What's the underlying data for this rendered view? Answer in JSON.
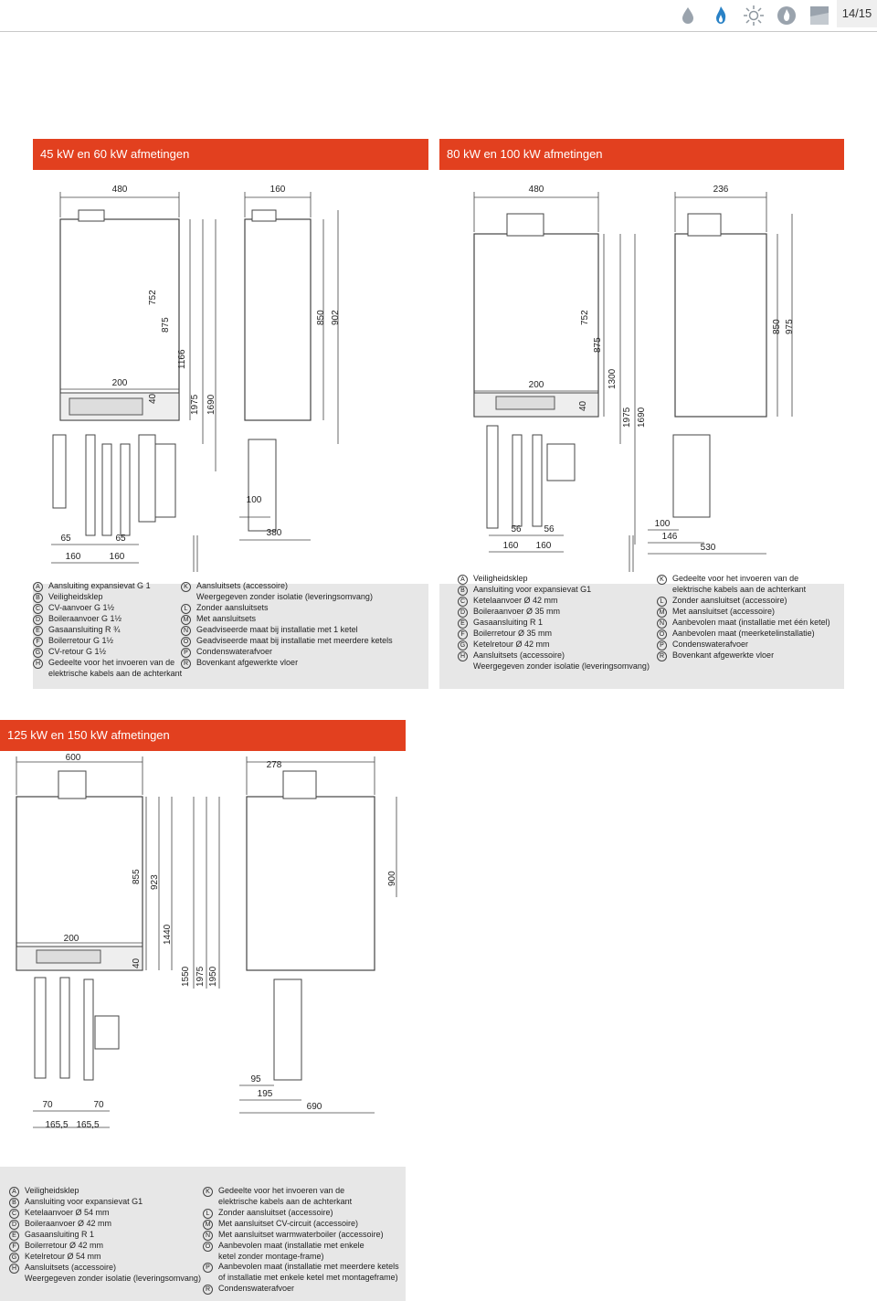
{
  "page": {
    "number": "14/15"
  },
  "icons": [
    "drop-icon",
    "flame-icon",
    "sun-icon",
    "gas-circle-icon",
    "water-tap-icon"
  ],
  "colors": {
    "header": "#e2401f",
    "panel": "#e7e7e7",
    "accent_line": "#d0d0d0"
  },
  "panel1": {
    "title": "45 kW en 60 kW afmetingen",
    "dims": {
      "w480": "480",
      "w160": "160",
      "d200": "200",
      "d40": "40",
      "v752": "752",
      "v875": "875",
      "v1166": "1166",
      "v1975": "1975",
      "v1690": "1690",
      "v850": "850",
      "v902": "902",
      "b65a": "65",
      "b65b": "65",
      "b160a": "160",
      "b160b": "160",
      "b100": "100",
      "b380": "380"
    },
    "markers": [
      "A",
      "B",
      "C",
      "D",
      "E",
      "F",
      "G",
      "H",
      "K",
      "L",
      "M",
      "N",
      "O",
      "P",
      "R"
    ],
    "legend_left": [
      {
        "letter": "A",
        "text": "Aansluiting expansievat G 1"
      },
      {
        "letter": "B",
        "text": "Veiligheidsklep"
      },
      {
        "letter": "C",
        "text": "CV-aanvoer G 1½"
      },
      {
        "letter": "D",
        "text": "Boileraanvoer G 1½"
      },
      {
        "letter": "E",
        "text": "Gasaansluiting R ¾"
      },
      {
        "letter": "F",
        "text": "Boilerretour G 1½"
      },
      {
        "letter": "G",
        "text": "CV-retour G 1½"
      },
      {
        "letter": "H",
        "text": "Gedeelte voor het invoeren van de",
        "cont": "elektrische kabels aan de achterkant"
      }
    ],
    "legend_right": [
      {
        "letter": "K",
        "text": "Aansluitsets (accessoire)",
        "cont": "Weergegeven zonder isolatie (leveringsomvang)"
      },
      {
        "letter": "L",
        "text": "Zonder aansluitsets"
      },
      {
        "letter": "M",
        "text": "Met aansluitsets"
      },
      {
        "letter": "N",
        "text": "Geadviseerde maat bij installatie met 1 ketel"
      },
      {
        "letter": "O",
        "text": "Geadviseerde maat bij installatie met meerdere ketels"
      },
      {
        "letter": "P",
        "text": "Condenswaterafvoer"
      },
      {
        "letter": "R",
        "text": "Bovenkant afgewerkte vloer"
      }
    ]
  },
  "panel2": {
    "title": "80 kW en 100 kW afmetingen",
    "dims": {
      "w480": "480",
      "w236": "236",
      "d200": "200",
      "d40": "40",
      "v752": "752",
      "v875": "875",
      "v1300": "1300",
      "v1975": "1975",
      "v1690": "1690",
      "v850": "850",
      "v975": "975",
      "b56a": "56",
      "b56b": "56",
      "b160a": "160",
      "b160b": "160",
      "b100": "100",
      "b146": "146",
      "b530": "530"
    },
    "legend_left": [
      {
        "letter": "A",
        "text": "Veiligheidsklep"
      },
      {
        "letter": "B",
        "text": "Aansluiting voor expansievat G1"
      },
      {
        "letter": "C",
        "text": "Ketelaanvoer Ø 42 mm"
      },
      {
        "letter": "D",
        "text": "Boileraanvoer Ø 35 mm"
      },
      {
        "letter": "E",
        "text": "Gasaansluiting R 1"
      },
      {
        "letter": "F",
        "text": "Boilerretour Ø 35 mm"
      },
      {
        "letter": "G",
        "text": "Ketelretour Ø 42 mm"
      },
      {
        "letter": "H",
        "text": "Aansluitsets (accessoire)",
        "cont": "Weergegeven zonder isolatie (leveringsomvang)"
      }
    ],
    "legend_right": [
      {
        "letter": "K",
        "text": "Gedeelte voor het invoeren van de",
        "cont": "elektrische kabels aan de achterkant"
      },
      {
        "letter": "L",
        "text": "Zonder aansluitset (accessoire)"
      },
      {
        "letter": "M",
        "text": "Met aansluitset (accessoire)"
      },
      {
        "letter": "N",
        "text": "Aanbevolen maat (installatie met één ketel)"
      },
      {
        "letter": "O",
        "text": "Aanbevolen maat (meerketelinstallatie)"
      },
      {
        "letter": "P",
        "text": "Condenswaterafvoer"
      },
      {
        "letter": "R",
        "text": "Bovenkant afgewerkte vloer"
      }
    ]
  },
  "panel3": {
    "title": "125 kW en 150 kW afmetingen",
    "dims": {
      "w600": "600",
      "w278": "278",
      "d200": "200",
      "d40": "40",
      "v855": "855",
      "v923": "923",
      "v1440": "1440",
      "v1550": "1550",
      "v1975": "1975",
      "v1950": "1950",
      "v900": "900",
      "b70a": "70",
      "b70b": "70",
      "b1655a": "165,5",
      "b1655b": "165,5",
      "b95": "95",
      "b195": "195",
      "b690": "690"
    },
    "legend_left": [
      {
        "letter": "A",
        "text": "Veiligheidsklep"
      },
      {
        "letter": "B",
        "text": "Aansluiting voor expansievat G1"
      },
      {
        "letter": "C",
        "text": "Ketelaanvoer Ø 54 mm"
      },
      {
        "letter": "D",
        "text": "Boileraanvoer Ø 42 mm"
      },
      {
        "letter": "E",
        "text": "Gasaansluiting R 1"
      },
      {
        "letter": "F",
        "text": "Boilerretour Ø 42 mm"
      },
      {
        "letter": "G",
        "text": "Ketelretour Ø 54 mm"
      },
      {
        "letter": "H",
        "text": "Aansluitsets (accessoire)",
        "cont": "Weergegeven zonder isolatie (leveringsomvang)"
      }
    ],
    "legend_right": [
      {
        "letter": "K",
        "text": "Gedeelte voor het invoeren van de",
        "cont": "elektrische kabels aan de achterkant"
      },
      {
        "letter": "L",
        "text": "Zonder aansluitset (accessoire)"
      },
      {
        "letter": "M",
        "text": "Met aansluitset CV-circuit (accessoire)"
      },
      {
        "letter": "N",
        "text": "Met aansluitset warmwaterboiler (accessoire)"
      },
      {
        "letter": "O",
        "text": "Aanbevolen maat (installatie met enkele",
        "cont": "ketel zonder montage-frame)"
      },
      {
        "letter": "P",
        "text": "Aanbevolen maat (installatie met meerdere ketels",
        "cont": "of installatie met enkele ketel met montageframe)"
      },
      {
        "letter": "R",
        "text": "Condenswaterafvoer"
      }
    ]
  }
}
